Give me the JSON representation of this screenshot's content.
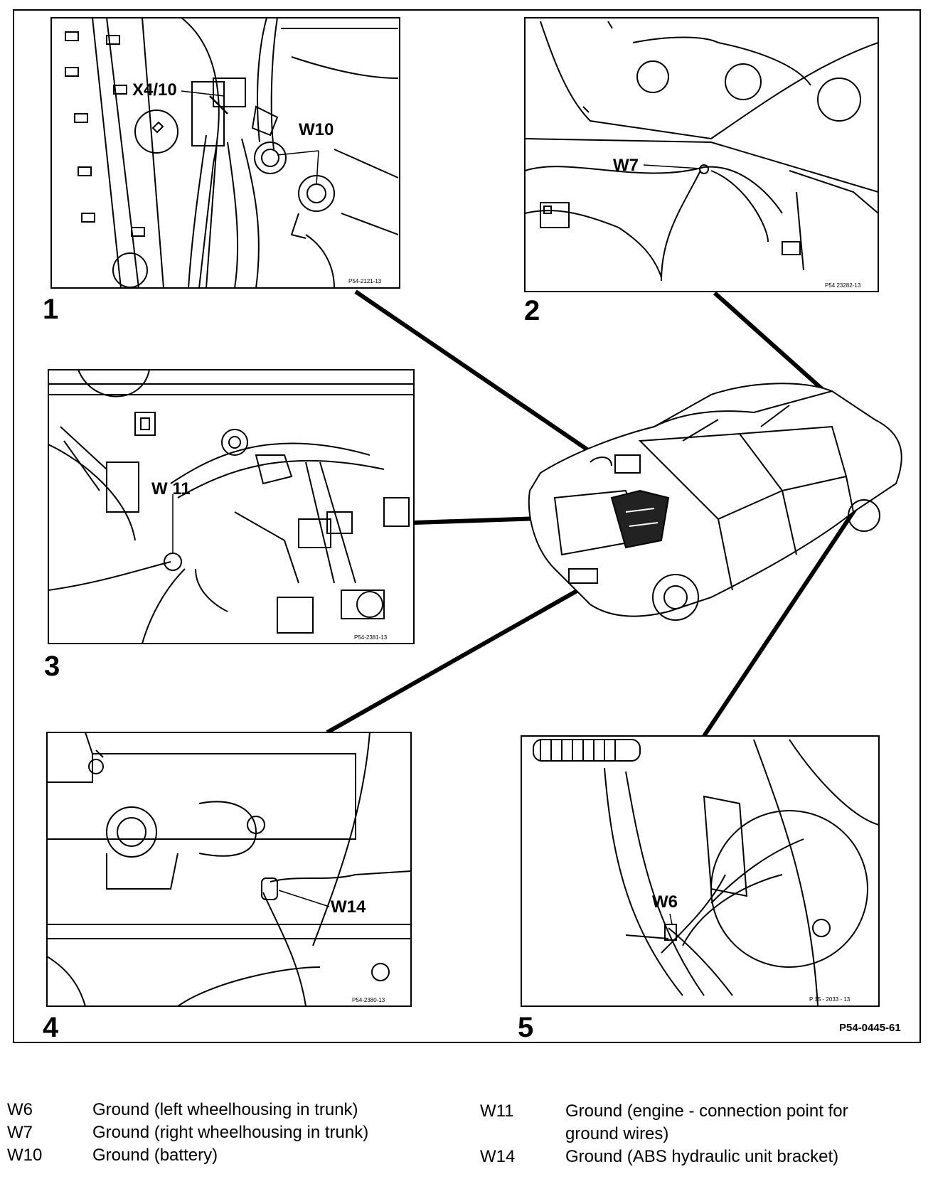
{
  "figure": {
    "code": "P54-0445-61",
    "panels": [
      {
        "number": "1",
        "photo_code": "P54-2121-13",
        "labels": [
          "X4/10",
          "W10"
        ]
      },
      {
        "number": "2",
        "photo_code": "P54 23282-13",
        "labels": [
          "W7"
        ]
      },
      {
        "number": "3",
        "photo_code": "P54-2381-13",
        "labels": [
          "W 11"
        ]
      },
      {
        "number": "4",
        "photo_code": "P54-2380-13",
        "labels": [
          "W14"
        ]
      },
      {
        "number": "5",
        "photo_code": "P 15 - 2033 - 13",
        "labels": [
          "W6"
        ]
      }
    ]
  },
  "legend": {
    "left": [
      {
        "code": "W6",
        "desc": "Ground (left wheelhousing in trunk)"
      },
      {
        "code": "W7",
        "desc": "Ground (right wheelhousing in trunk)"
      },
      {
        "code": "W10",
        "desc": "Ground (battery)"
      }
    ],
    "right": [
      {
        "code": "W11",
        "desc_line1": "Ground (engine - connection point for",
        "desc_line2": "ground wires)"
      },
      {
        "code": "W14",
        "desc": "Ground (ABS hydraulic unit bracket)"
      }
    ]
  }
}
